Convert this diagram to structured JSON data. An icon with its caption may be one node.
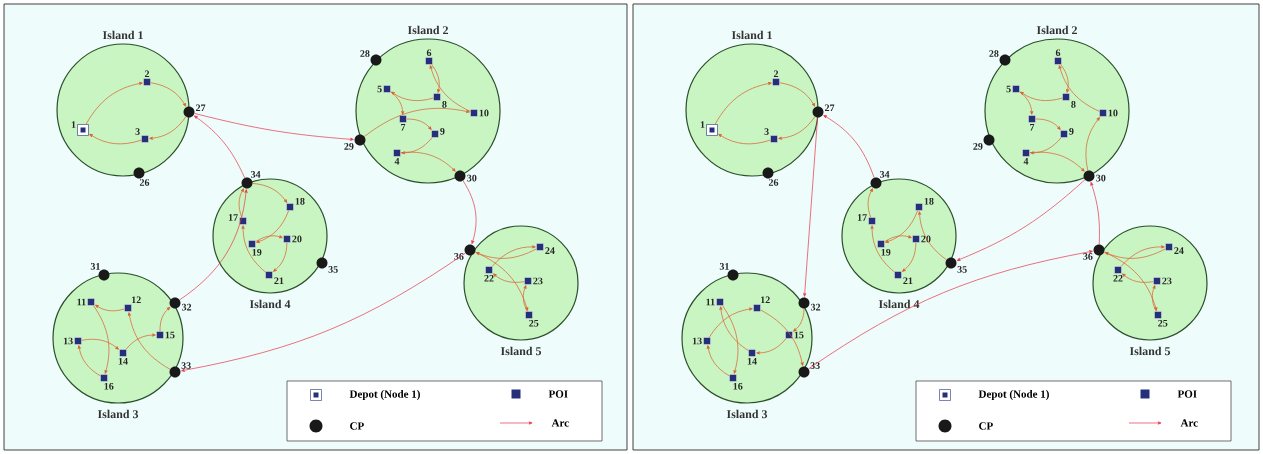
{
  "diagram": {
    "nodes": [
      {
        "text": [
          "Island 1"
        ]
      },
      {
        "text": [],
        "shape": "box",
        "beside": [
          "1"
        ],
        "in": 0
      },
      {
        "text": [],
        "shape": "square",
        "beside": [
          "2"
        ],
        "in": 0
      },
      {
        "text": [],
        "shape": "square",
        "beside": [
          "3"
        ],
        "in": 0
      },
      {
        "text": [
          "Island 2"
        ]
      },
      {
        "text": [],
        "shape": "square",
        "beside": [
          "4"
        ],
        "in": 4
      },
      {
        "text": [],
        "shape": "square",
        "beside": [
          "5"
        ],
        "in": 4
      },
      {
        "text": [],
        "shape": "square",
        "beside": [
          "6"
        ],
        "in": 4
      },
      {
        "text": [],
        "shape": "square",
        "beside": [
          "7"
        ],
        "in": 4
      },
      {
        "text": [],
        "shape": "square",
        "beside": [
          "8"
        ],
        "in": 4
      },
      {
        "text": [],
        "shape": "square",
        "beside": [
          "9"
        ],
        "in": 4
      },
      {
        "text": [],
        "shape": "square",
        "beside": [
          "10"
        ],
        "in": 4
      },
      {
        "text": [
          "Island 3"
        ]
      },
      {
        "text": [],
        "shape": "square",
        "beside": [
          "11"
        ],
        "in": 12
      },
      {
        "text": [],
        "shape": "square",
        "beside": [
          "12"
        ],
        "in": 12
      },
      {
        "text": [],
        "shape": "square",
        "beside": [
          "13"
        ],
        "in": 12
      },
      {
        "text": [],
        "shape": "square",
        "beside": [
          "14"
        ],
        "in": 12
      },
      {
        "text": [],
        "shape": "square",
        "beside": [
          "15"
        ],
        "in": 12
      },
      {
        "text": [],
        "shape": "square",
        "beside": [
          "16"
        ],
        "in": 12
      },
      {
        "text": [
          "Island 4"
        ]
      },
      {
        "text": [],
        "shape": "square",
        "beside": [
          "17"
        ],
        "in": 19
      },
      {
        "text": [],
        "shape": "square",
        "beside": [
          "18"
        ],
        "in": 19
      },
      {
        "text": [],
        "shape": "square",
        "beside": [
          "19"
        ],
        "in": 19
      },
      {
        "text": [],
        "shape": "square",
        "beside": [
          "20"
        ],
        "in": 19
      },
      {
        "text": [],
        "shape": "square",
        "beside": [
          "21"
        ],
        "in": 19
      },
      {
        "text": [
          "Island 5"
        ]
      },
      {
        "text": [],
        "shape": "square",
        "beside": [
          "22"
        ],
        "in": 25
      },
      {
        "text": [],
        "shape": "square",
        "beside": [
          "23"
        ],
        "in": 25
      },
      {
        "text": [],
        "shape": "square",
        "beside": [
          "24"
        ],
        "in": 25
      },
      {
        "text": [],
        "shape": "square",
        "beside": [
          "25"
        ],
        "in": 25
      },
      {
        "text": [],
        "shape": "circle",
        "beside": [
          "26"
        ],
        "in": 0
      },
      {
        "text": [],
        "shape": "circle",
        "beside": [
          "27"
        ],
        "in": 0
      },
      {
        "text": [],
        "shape": "circle",
        "beside": [
          "28"
        ],
        "in": 4
      },
      {
        "text": [],
        "shape": "circle",
        "beside": [
          "29"
        ],
        "in": 4
      },
      {
        "text": [],
        "shape": "circle",
        "beside": [
          "30"
        ],
        "in": 4
      },
      {
        "text": [],
        "shape": "circle",
        "beside": [
          "31"
        ],
        "in": 12
      },
      {
        "text": [],
        "shape": "circle",
        "beside": [
          "32"
        ],
        "in": 12
      },
      {
        "text": [],
        "shape": "circle",
        "beside": [
          "33"
        ],
        "in": 12
      },
      {
        "text": [],
        "shape": "circle",
        "beside": [
          "34"
        ],
        "in": 19
      },
      {
        "text": [],
        "shape": "circle",
        "beside": [
          "35"
        ],
        "in": 19
      },
      {
        "text": [],
        "shape": "circle",
        "beside": [
          "36"
        ],
        "in": 25
      },
      {
        "text": [
          "Island 1"
        ]
      },
      {
        "text": [],
        "shape": "box",
        "beside": [
          "1"
        ],
        "in": 41
      },
      {
        "text": [],
        "shape": "square",
        "beside": [
          "2"
        ],
        "in": 41
      },
      {
        "text": [],
        "shape": "square",
        "beside": [
          "3"
        ],
        "in": 41
      },
      {
        "text": [
          "Island 2"
        ]
      },
      {
        "text": [],
        "shape": "square",
        "beside": [
          "4"
        ],
        "in": 45
      },
      {
        "text": [],
        "shape": "square",
        "beside": [
          "5"
        ],
        "in": 45
      },
      {
        "text": [],
        "shape": "square",
        "beside": [
          "6"
        ],
        "in": 45
      },
      {
        "text": [],
        "shape": "square",
        "beside": [
          "7"
        ],
        "in": 45
      },
      {
        "text": [],
        "shape": "square",
        "beside": [
          "8"
        ],
        "in": 45
      },
      {
        "text": [],
        "shape": "square",
        "beside": [
          "9"
        ],
        "in": 45
      },
      {
        "text": [],
        "shape": "square",
        "beside": [
          "10"
        ],
        "in": 45
      },
      {
        "text": [
          "Island 3"
        ]
      },
      {
        "text": [],
        "shape": "square",
        "beside": [
          "11"
        ],
        "in": 53
      },
      {
        "text": [],
        "shape": "square",
        "beside": [
          "12"
        ],
        "in": 53
      },
      {
        "text": [],
        "shape": "square",
        "beside": [
          "13"
        ],
        "in": 53
      },
      {
        "text": [],
        "shape": "square",
        "beside": [
          "14"
        ],
        "in": 53
      },
      {
        "text": [],
        "shape": "square",
        "beside": [
          "15"
        ],
        "in": 53
      },
      {
        "text": [],
        "shape": "square",
        "beside": [
          "16"
        ],
        "in": 53
      },
      {
        "text": [
          "Island 4"
        ]
      },
      {
        "text": [],
        "shape": "square",
        "beside": [
          "17"
        ],
        "in": 60
      },
      {
        "text": [],
        "shape": "square",
        "beside": [
          "18"
        ],
        "in": 60
      },
      {
        "text": [],
        "shape": "square",
        "beside": [
          "19"
        ],
        "in": 60
      },
      {
        "text": [],
        "shape": "square",
        "beside": [
          "20"
        ],
        "in": 60
      },
      {
        "text": [],
        "shape": "square",
        "beside": [
          "21"
        ],
        "in": 60
      },
      {
        "text": [
          "Island 5"
        ]
      },
      {
        "text": [],
        "shape": "square",
        "beside": [
          "22"
        ],
        "in": 66
      },
      {
        "text": [],
        "shape": "square",
        "beside": [
          "23"
        ],
        "in": 66
      },
      {
        "text": [],
        "shape": "square",
        "beside": [
          "24"
        ],
        "in": 66
      },
      {
        "text": [],
        "shape": "square",
        "beside": [
          "25"
        ],
        "in": 66
      },
      {
        "text": [],
        "shape": "circle",
        "beside": [
          "26"
        ],
        "in": 41
      },
      {
        "text": [],
        "shape": "circle",
        "beside": [
          "27"
        ],
        "in": 41
      },
      {
        "text": [],
        "shape": "circle",
        "beside": [
          "28"
        ],
        "in": 45
      },
      {
        "text": [],
        "shape": "circle",
        "beside": [
          "29"
        ],
        "in": 45
      },
      {
        "text": [],
        "shape": "circle",
        "beside": [
          "30"
        ],
        "in": 45
      },
      {
        "text": [],
        "shape": "circle",
        "beside": [
          "31"
        ],
        "in": 53
      },
      {
        "text": [],
        "shape": "circle",
        "beside": [
          "32"
        ],
        "in": 53
      },
      {
        "text": [],
        "shape": "circle",
        "beside": [
          "33"
        ],
        "in": 53
      },
      {
        "text": [],
        "shape": "circle",
        "beside": [
          "34"
        ],
        "in": 60
      },
      {
        "text": [],
        "shape": "circle",
        "beside": [
          "35"
        ],
        "in": 60
      },
      {
        "text": [],
        "shape": "circle",
        "beside": [
          "36"
        ],
        "in": 66
      }
    ],
    "edges": [
      {
        "from": 1,
        "to": 2,
        "arrow": "to"
      },
      {
        "from": 2,
        "to": 31,
        "arrow": "to"
      },
      {
        "from": 31,
        "to": 33,
        "arrow": "to",
        "color": "#e8334a"
      },
      {
        "from": 33,
        "to": 11,
        "arrow": "to"
      },
      {
        "from": 11,
        "to": 7,
        "arrow": "to"
      },
      {
        "from": 7,
        "to": 9,
        "arrow": "to"
      },
      {
        "from": 9,
        "to": 6,
        "arrow": "to"
      },
      {
        "from": 6,
        "to": 8,
        "arrow": "to"
      },
      {
        "from": 8,
        "to": 10,
        "arrow": "to"
      },
      {
        "from": 10,
        "to": 5,
        "arrow": "to"
      },
      {
        "from": 5,
        "to": 34,
        "arrow": "to"
      },
      {
        "from": 34,
        "to": 40,
        "arrow": "to",
        "color": "#e8334a"
      },
      {
        "from": 40,
        "to": 29,
        "arrow": "to"
      },
      {
        "from": 29,
        "to": 27,
        "arrow": "to"
      },
      {
        "from": 27,
        "to": 26,
        "arrow": "to"
      },
      {
        "from": 26,
        "to": 28,
        "arrow": "to"
      },
      {
        "from": 28,
        "to": 40,
        "arrow": "to"
      },
      {
        "from": 40,
        "to": 37,
        "arrow": "to",
        "color": "#e8334a"
      },
      {
        "from": 37,
        "to": 14,
        "arrow": "to"
      },
      {
        "from": 14,
        "to": 13,
        "arrow": "to"
      },
      {
        "from": 13,
        "to": 18,
        "arrow": "to"
      },
      {
        "from": 18,
        "to": 15,
        "arrow": "to"
      },
      {
        "from": 15,
        "to": 16,
        "arrow": "to"
      },
      {
        "from": 16,
        "to": 17,
        "arrow": "to"
      },
      {
        "from": 17,
        "to": 36,
        "arrow": "to"
      },
      {
        "from": 36,
        "to": 38,
        "arrow": "to",
        "color": "#e8334a"
      },
      {
        "from": 38,
        "to": 21,
        "arrow": "to"
      },
      {
        "from": 21,
        "to": 22,
        "arrow": "to"
      },
      {
        "from": 22,
        "to": 23,
        "arrow": "to"
      },
      {
        "from": 23,
        "to": 24,
        "arrow": "to"
      },
      {
        "from": 24,
        "to": 20,
        "arrow": "to"
      },
      {
        "from": 20,
        "to": 38,
        "arrow": "to"
      },
      {
        "from": 38,
        "to": 31,
        "arrow": "to",
        "color": "#e8334a"
      },
      {
        "from": 31,
        "to": 3,
        "arrow": "to"
      },
      {
        "from": 3,
        "to": 1,
        "arrow": "to"
      },
      {
        "from": 42,
        "to": 43,
        "arrow": "to"
      },
      {
        "from": 43,
        "to": 72,
        "arrow": "to"
      },
      {
        "from": 72,
        "to": 77,
        "arrow": "to",
        "color": "#e8334a"
      },
      {
        "from": 77,
        "to": 58,
        "arrow": "to"
      },
      {
        "from": 58,
        "to": 57,
        "arrow": "to"
      },
      {
        "from": 57,
        "to": 54,
        "arrow": "to"
      },
      {
        "from": 54,
        "to": 59,
        "arrow": "to"
      },
      {
        "from": 59,
        "to": 56,
        "arrow": "to"
      },
      {
        "from": 56,
        "to": 55,
        "arrow": "to"
      },
      {
        "from": 55,
        "to": 78,
        "arrow": "to"
      },
      {
        "from": 78,
        "to": 81,
        "arrow": "to",
        "color": "#e8334a"
      },
      {
        "from": 81,
        "to": 70,
        "arrow": "to"
      },
      {
        "from": 70,
        "to": 68,
        "arrow": "to"
      },
      {
        "from": 68,
        "to": 67,
        "arrow": "to"
      },
      {
        "from": 67,
        "to": 69,
        "arrow": "to"
      },
      {
        "from": 69,
        "to": 81,
        "arrow": "to"
      },
      {
        "from": 81,
        "to": 75,
        "arrow": "to",
        "color": "#e8334a"
      },
      {
        "from": 75,
        "to": 52,
        "arrow": "to"
      },
      {
        "from": 52,
        "to": 48,
        "arrow": "to"
      },
      {
        "from": 48,
        "to": 50,
        "arrow": "to"
      },
      {
        "from": 50,
        "to": 47,
        "arrow": "to"
      },
      {
        "from": 47,
        "to": 49,
        "arrow": "to"
      },
      {
        "from": 49,
        "to": 51,
        "arrow": "to"
      },
      {
        "from": 51,
        "to": 46,
        "arrow": "to"
      },
      {
        "from": 46,
        "to": 75,
        "arrow": "to"
      },
      {
        "from": 75,
        "to": 80,
        "arrow": "to",
        "color": "#e8334a"
      },
      {
        "from": 80,
        "to": 62,
        "arrow": "to"
      },
      {
        "from": 62,
        "to": 63,
        "arrow": "to"
      },
      {
        "from": 63,
        "to": 64,
        "arrow": "to"
      },
      {
        "from": 64,
        "to": 65,
        "arrow": "to"
      },
      {
        "from": 65,
        "to": 61,
        "arrow": "to"
      },
      {
        "from": 61,
        "to": 79,
        "arrow": "to"
      },
      {
        "from": 79,
        "to": 72,
        "arrow": "to",
        "color": "#e8334a"
      },
      {
        "from": 72,
        "to": 44,
        "arrow": "to"
      },
      {
        "from": 44,
        "to": 42,
        "arrow": "to"
      }
    ],
    "legend": [
      {
        "text": "Depot (Node 1)"
      },
      {
        "text": "POI"
      },
      {
        "text": "CP"
      },
      {
        "text": "Arc"
      },
      {
        "text": "Depot (Node 1)"
      },
      {
        "text": "POI"
      },
      {
        "text": "CP"
      },
      {
        "text": "Arc"
      }
    ]
  }
}
